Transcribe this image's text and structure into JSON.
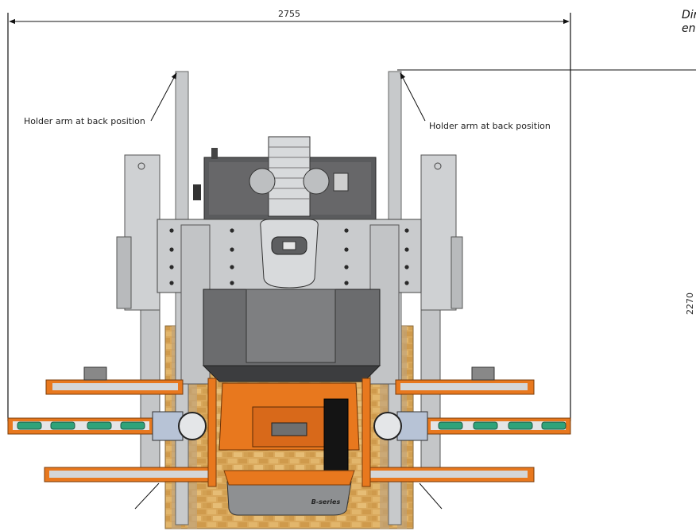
{
  "dimensions": {
    "width": "2755",
    "height": "2270"
  },
  "callouts": {
    "left": "Holder arm at back position",
    "right": "Holder arm at back position"
  },
  "corner_note": {
    "line1": "Dir",
    "line2": "en"
  },
  "device": {
    "brand_plate": "B-series"
  },
  "colors": {
    "accent_orange": "#e8781e",
    "frame_gray": "#bfc1c3",
    "motor_dark": "#4a4a4a",
    "pallet_wood": "#d9a85c",
    "roller_green": "#2fa37a",
    "line": "#111111"
  }
}
